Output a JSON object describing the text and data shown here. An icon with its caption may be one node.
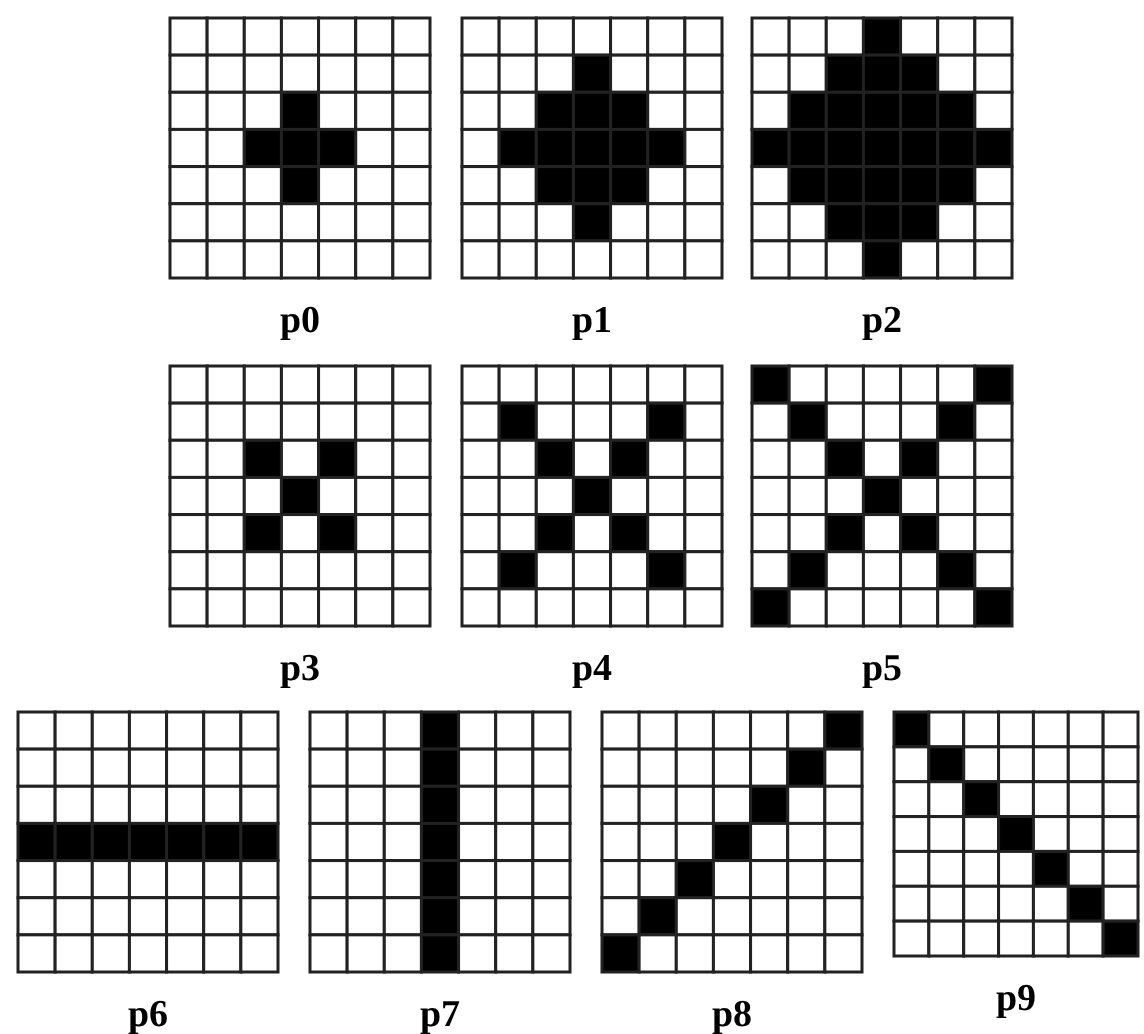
{
  "diagram": {
    "nodes": [
      {
        "text": [],
        "shape": "grid",
        "beside": [
          "p0"
        ]
      },
      {
        "text": [],
        "shape": "grid",
        "beside": [
          "p1"
        ]
      },
      {
        "text": [],
        "shape": "grid",
        "beside": [
          "p2"
        ]
      },
      {
        "text": [],
        "shape": "grid",
        "beside": [
          "p3"
        ]
      },
      {
        "text": [],
        "shape": "grid",
        "beside": [
          "p4"
        ]
      },
      {
        "text": [],
        "shape": "grid",
        "beside": [
          "p5"
        ]
      },
      {
        "text": [],
        "shape": "grid",
        "beside": [
          "p6"
        ]
      },
      {
        "text": [],
        "shape": "grid",
        "beside": [
          "p7"
        ]
      },
      {
        "text": [],
        "shape": "grid",
        "beside": [
          "p8"
        ]
      },
      {
        "text": [],
        "shape": "grid",
        "beside": [
          "p9"
        ]
      }
    ]
  }
}
